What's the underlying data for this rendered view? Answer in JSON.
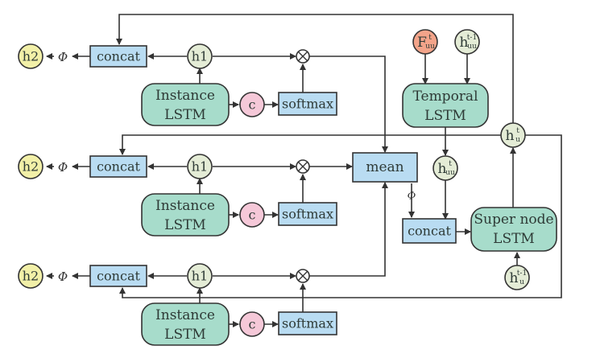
{
  "colors": {
    "concat_fill": "#b9dcf2",
    "lstm_fill": "#a7dccb",
    "h1_fill": "#e4ecd6",
    "h2_fill": "#f2f0a8",
    "c_fill": "#f5c8d8",
    "f_fill": "#f3a48a",
    "stroke": "#333333"
  },
  "rows": [
    {
      "h2": "h2",
      "phi": "Φ",
      "concat": "concat",
      "h1": "h1",
      "lstm_line1": "Instance",
      "lstm_line2": "LSTM",
      "c": "c",
      "softmax": "softmax",
      "multiply": "⊗"
    },
    {
      "h2": "h2",
      "phi": "Φ",
      "concat": "concat",
      "h1": "h1",
      "lstm_line1": "Instance",
      "lstm_line2": "LSTM",
      "c": "c",
      "softmax": "softmax",
      "multiply": "⊗"
    },
    {
      "h2": "h2",
      "phi": "Φ",
      "concat": "concat",
      "h1": "h1",
      "lstm_line1": "Instance",
      "lstm_line2": "LSTM",
      "c": "c",
      "softmax": "softmax",
      "multiply": "⊗"
    }
  ],
  "mean": "mean",
  "mean_phi": "Φ",
  "temporal": {
    "line1": "Temporal",
    "line2": "LSTM"
  },
  "f_node": {
    "base": "F",
    "sup": "t",
    "sub": "uu"
  },
  "h_uu_prev": {
    "base": "h",
    "sup": "t-1",
    "sub": "uu"
  },
  "h_uu_t": {
    "base": "h",
    "sup": "t",
    "sub": "uu"
  },
  "h_u_t": {
    "base": "h",
    "sup": "t",
    "sub": "u"
  },
  "h_u_prev": {
    "base": "h",
    "sup": "t-1",
    "sub": "u"
  },
  "super_concat": "concat",
  "super_node": {
    "line1": "Super node",
    "line2": "LSTM"
  }
}
